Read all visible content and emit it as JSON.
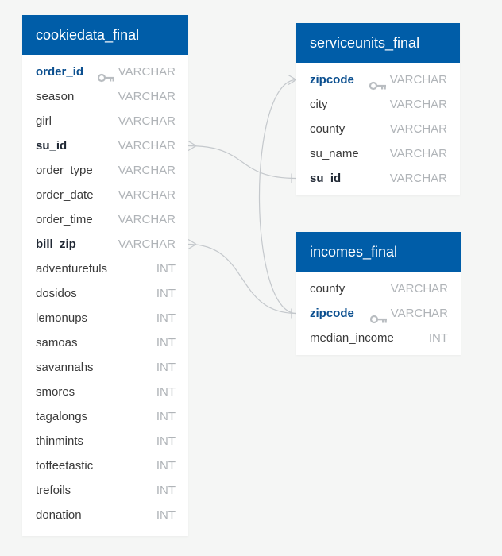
{
  "tables": {
    "cookiedata": {
      "title": "cookiedata_final",
      "columns": [
        {
          "name": "order_id",
          "type": "VARCHAR",
          "key": "pk"
        },
        {
          "name": "season",
          "type": "VARCHAR",
          "key": ""
        },
        {
          "name": "girl",
          "type": "VARCHAR",
          "key": ""
        },
        {
          "name": "su_id",
          "type": "VARCHAR",
          "key": "fk"
        },
        {
          "name": "order_type",
          "type": "VARCHAR",
          "key": ""
        },
        {
          "name": "order_date",
          "type": "VARCHAR",
          "key": ""
        },
        {
          "name": "order_time",
          "type": "VARCHAR",
          "key": ""
        },
        {
          "name": "bill_zip",
          "type": "VARCHAR",
          "key": "fk"
        },
        {
          "name": "adventurefuls",
          "type": "INT",
          "key": ""
        },
        {
          "name": "dosidos",
          "type": "INT",
          "key": ""
        },
        {
          "name": "lemonups",
          "type": "INT",
          "key": ""
        },
        {
          "name": "samoas",
          "type": "INT",
          "key": ""
        },
        {
          "name": "savannahs",
          "type": "INT",
          "key": ""
        },
        {
          "name": "smores",
          "type": "INT",
          "key": ""
        },
        {
          "name": "tagalongs",
          "type": "INT",
          "key": ""
        },
        {
          "name": "thinmints",
          "type": "INT",
          "key": ""
        },
        {
          "name": "toffeetastic",
          "type": "INT",
          "key": ""
        },
        {
          "name": "trefoils",
          "type": "INT",
          "key": ""
        },
        {
          "name": "donation",
          "type": "INT",
          "key": ""
        }
      ]
    },
    "serviceunits": {
      "title": "serviceunits_final",
      "columns": [
        {
          "name": "zipcode",
          "type": "VARCHAR",
          "key": "pk"
        },
        {
          "name": "city",
          "type": "VARCHAR",
          "key": ""
        },
        {
          "name": "county",
          "type": "VARCHAR",
          "key": ""
        },
        {
          "name": "su_name",
          "type": "VARCHAR",
          "key": ""
        },
        {
          "name": "su_id",
          "type": "VARCHAR",
          "key": "fk"
        }
      ]
    },
    "incomes": {
      "title": "incomes_final",
      "columns": [
        {
          "name": "county",
          "type": "VARCHAR",
          "key": ""
        },
        {
          "name": "zipcode",
          "type": "VARCHAR",
          "key": "pk"
        },
        {
          "name": "median_income",
          "type": "INT",
          "key": ""
        }
      ]
    }
  },
  "relationships": [
    {
      "from_table": "cookiedata",
      "from_column": "su_id",
      "to_table": "serviceunits",
      "to_column": "su_id"
    },
    {
      "from_table": "cookiedata",
      "from_column": "bill_zip",
      "to_table": "incomes",
      "to_column": "zipcode"
    },
    {
      "from_table": "incomes",
      "from_column": "zipcode",
      "to_table": "serviceunits",
      "to_column": "zipcode"
    }
  ],
  "colors": {
    "header": "#005da8",
    "primary_key_text": "#0b4f8f",
    "type_text": "#b0b4b8",
    "connector": "#c4c8cc",
    "background": "#f5f6f5"
  },
  "icons": {
    "primary_key": "key-icon",
    "many_end": "crowsfoot-many",
    "one_end": "bar-one"
  }
}
